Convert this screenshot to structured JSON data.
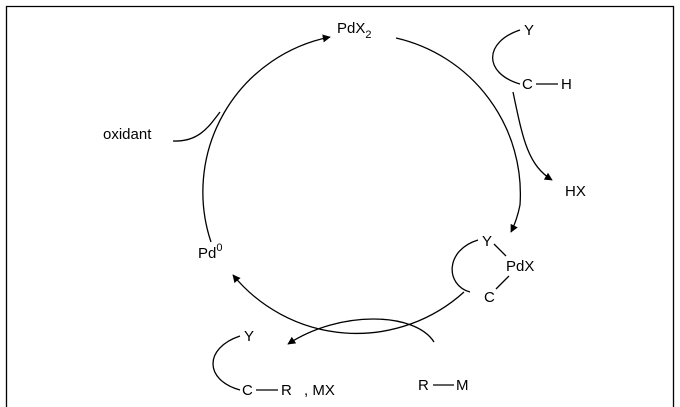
{
  "diagram": {
    "species": {
      "pdx2": {
        "base": "PdX",
        "sub": "2"
      },
      "pd0": {
        "base": "Pd",
        "sup": "0"
      },
      "palladacycle": {
        "y": "Y",
        "pdx": "PdX",
        "c": "C"
      },
      "substrate": {
        "y": "Y",
        "c": "C",
        "h": "H"
      },
      "product": {
        "y": "Y",
        "c": "C",
        "r": "R",
        "mx": ", MX"
      },
      "organometallic": {
        "r": "R",
        "m": "M"
      }
    },
    "reagents": {
      "oxidant": "oxidant",
      "byproduct": "HX"
    },
    "colors": {
      "ink": "#000000",
      "frame": "#000000",
      "background": "#ffffff"
    }
  }
}
